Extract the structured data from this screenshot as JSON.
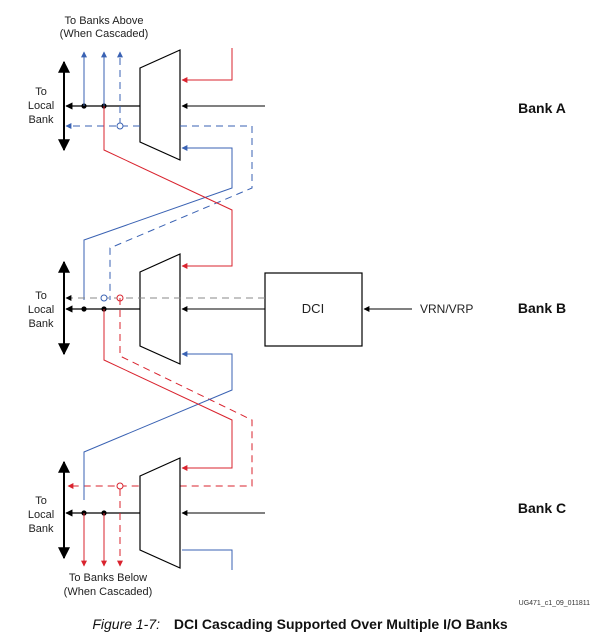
{
  "labels": {
    "to_banks_above_1": "To Banks Above",
    "to_banks_above_2": "(When Cascaded)",
    "to_banks_below_1": "To Banks Below",
    "to_banks_below_2": "(When Cascaded)",
    "to_local_bank_1": "To",
    "to_local_bank_2": "Local",
    "to_local_bank_3": "Bank",
    "dci": "DCI",
    "vrn_vrp": "VRN/VRP",
    "bank_a": "Bank A",
    "bank_b": "Bank B",
    "bank_c": "Bank C",
    "drawing_code": "UG471_c1_09_011811"
  },
  "caption": {
    "figure_number": "Figure 1-7:",
    "title": "DCI Cascading Supported Over Multiple I/O Banks"
  },
  "colors": {
    "red": "#d9232e",
    "blue": "#3a62b3",
    "black": "#000000"
  }
}
